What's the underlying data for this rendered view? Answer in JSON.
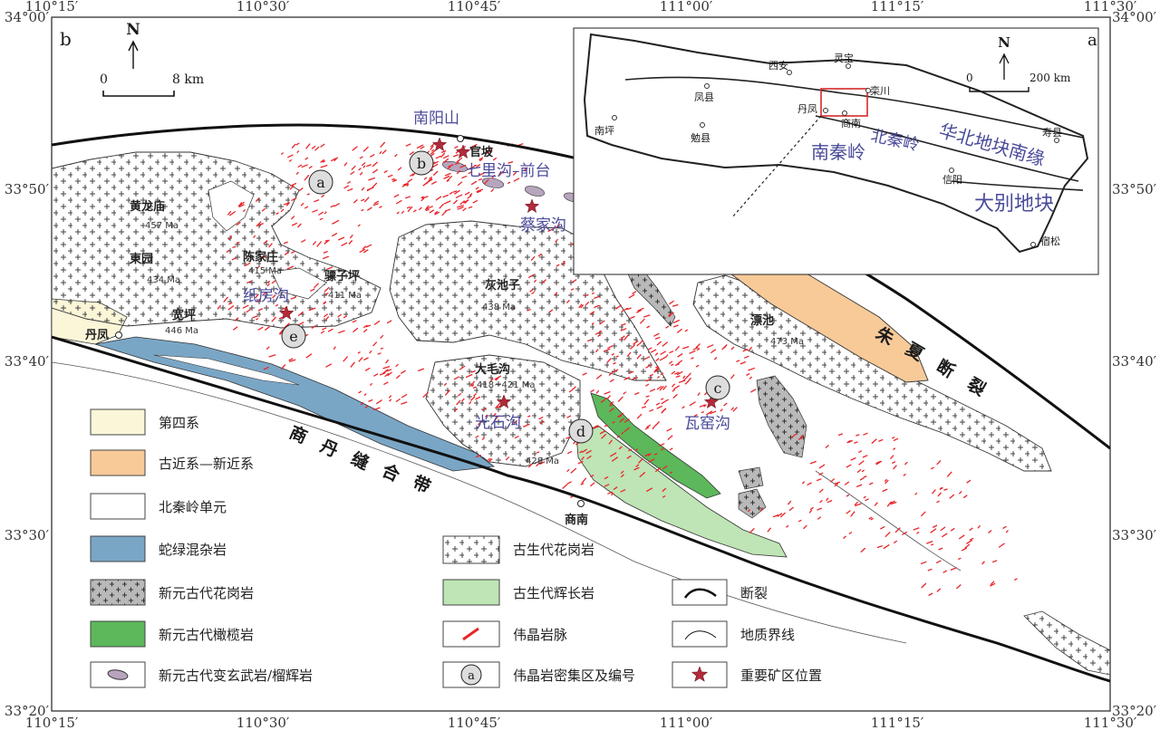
{
  "panel_b_label": "b",
  "panel_a_label": "a",
  "north_label": "N",
  "scale_main": {
    "zero": "0",
    "distance": "8 km"
  },
  "scale_inset": {
    "zero": "0",
    "distance": "200 km"
  },
  "coordinates": {
    "top": [
      "110°15′",
      "110°30′",
      "110°45′",
      "111°00′",
      "111°15′",
      "111°30′"
    ],
    "bottom": [
      "110°15′",
      "110°30′",
      "110°45′",
      "111°00′",
      "111°15′",
      "111°30′"
    ],
    "left": [
      "34°00′",
      "33°50′",
      "33°40′",
      "33°30′",
      "33°20′"
    ],
    "right": [
      "34°00′",
      "33°50′",
      "33°40′",
      "33°30′",
      "33°20′"
    ]
  },
  "places": {
    "huanglongmiao": "黄龙庙",
    "chenjiazhuang": "陈家庄",
    "chuanyuan": "東园",
    "piaozi": "骠子坪",
    "kuanping": "宽坪",
    "danfeng": "丹凤",
    "huichizi": "灰池子",
    "guanpo": "官坡",
    "shangnan": "商南",
    "piaochi": "漂池",
    "damaogou": "大毛沟"
  },
  "ages": {
    "huanglongmiao": "457 Ma",
    "chenjiazhuang": "415 Ma",
    "chuanyuan": "434 Ma",
    "piaozi": "411 Ma",
    "kuanping": "446 Ma",
    "huichizi": "438 Ma",
    "piaochi": "473 Ma",
    "damaogou": "418~421 Ma",
    "south": "428 Ma"
  },
  "mines": {
    "nanyangshan": "南阳山",
    "qiligou": "七里沟–前台",
    "caijiagou": "蔡家沟",
    "zhifanggou": "纸房沟",
    "guangshigou": "光石沟",
    "wayaogou": "瓦窑沟"
  },
  "zones": [
    "a",
    "b",
    "c",
    "d",
    "e"
  ],
  "structures": {
    "zhuxia": [
      "朱",
      "夏",
      "断",
      "裂"
    ],
    "shangdan": [
      "商",
      "丹",
      "缝",
      "合",
      "带"
    ]
  },
  "inset": {
    "cities": {
      "xian": "西安",
      "lingbao": "灵宝",
      "fengxian": "凤县",
      "luanchuan": "栾川",
      "nanping": "南坪",
      "mianxian": "勉县",
      "danfeng": "丹凤",
      "shangnan": "商南",
      "shouxian": "寿县",
      "xinyang": "信阳",
      "susong": "宿松"
    },
    "regions": {
      "north_qinling": "北秦岭",
      "south_qinling": "南秦岭",
      "north_china": "华北地块南缘",
      "dabie": "大别地块"
    }
  },
  "legend": [
    {
      "label": "第四系",
      "color": "#fbf6d8",
      "kind": "fill"
    },
    {
      "label": "古近系—新近系",
      "color": "#f7ca98",
      "kind": "fill"
    },
    {
      "label": "北秦岭单元",
      "color": "#ffffff",
      "kind": "fill"
    },
    {
      "label": "蛇绿混杂岩",
      "color": "#7aa6c6",
      "kind": "fill"
    },
    {
      "label": "新元古代花岗岩",
      "color": "#b9b9b9",
      "kind": "cross-gray"
    },
    {
      "label": "新元古代橄榄岩",
      "color": "#5cb85a",
      "kind": "fill"
    },
    {
      "label": "新元古代变玄武岩/榴辉岩",
      "color": "#b7a4bd",
      "kind": "ellipse"
    },
    {
      "label": "古生代花岗岩",
      "color": "#ffffff",
      "kind": "cross"
    },
    {
      "label": "古生代辉长岩",
      "color": "#bfe4b5",
      "kind": "fill"
    },
    {
      "label": "伟晶岩脉",
      "color": "#e8262a",
      "kind": "dike"
    },
    {
      "label": "伟晶岩密集区及编号",
      "color": "#dddddd",
      "kind": "circle-a"
    },
    {
      "label": "断裂",
      "color": "#111111",
      "kind": "fault"
    },
    {
      "label": "地质界线",
      "color": "#111111",
      "kind": "boundary"
    },
    {
      "label": "重要矿区位置",
      "color": "#b22a3a",
      "kind": "star"
    }
  ]
}
